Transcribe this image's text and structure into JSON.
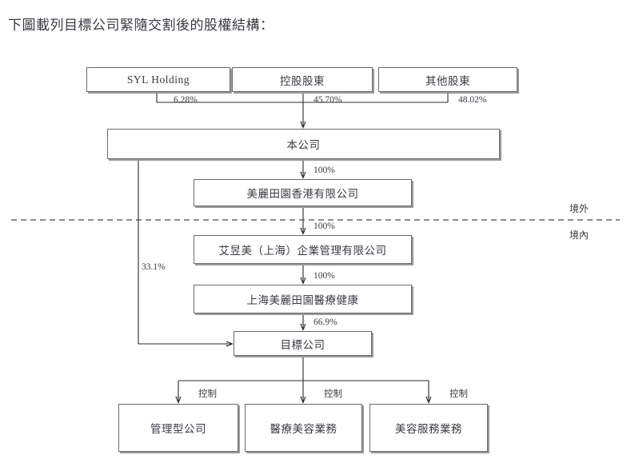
{
  "heading": "下圖載列目標公司緊隨交割後的股權結構：",
  "diagram": {
    "type": "org-ownership-chart",
    "region_labels": {
      "offshore": "境外",
      "onshore": "境內"
    },
    "shareholders": [
      {
        "label": "SYL Holding",
        "percent": "6.28%"
      },
      {
        "label": "控股股東",
        "percent": "45.70%"
      },
      {
        "label": "其他股東",
        "percent": "48.02%"
      }
    ],
    "company": {
      "label": "本公司"
    },
    "chain": [
      {
        "label": "美麗田園香港有限公司",
        "percent": "100%"
      },
      {
        "label": "艾昱美（上海）企業管理有限公司",
        "percent": "100%"
      },
      {
        "label": "上海美麗田園醫療健康",
        "percent": "100%"
      }
    ],
    "direct_stake": {
      "percent": "33.1%"
    },
    "chain_to_target_percent": "66.9%",
    "target": {
      "label": "目標公司"
    },
    "subsidiaries": [
      {
        "label": "管理型公司",
        "relation": "控制"
      },
      {
        "label": "醫療美容業務",
        "relation": "控制"
      },
      {
        "label": "美容服務業務",
        "relation": "控制"
      }
    ]
  }
}
